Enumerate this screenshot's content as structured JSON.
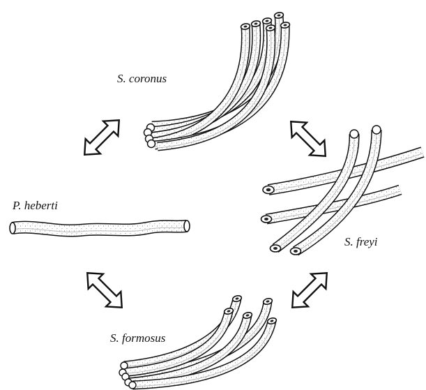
{
  "diagram": {
    "labels": {
      "coronus": "S. coronus",
      "heberti": "P. heberti",
      "freyi": "S. freyi",
      "formosus": "S. formosus"
    },
    "colors": {
      "ink": "#111111",
      "tube_fill": "#ffffff",
      "arrow_fill": "#ffffff",
      "background": "#ffffff"
    },
    "icons": {
      "arrows": "double-headed-arrow-icon",
      "tubes": "tube-bundle-icon"
    }
  }
}
